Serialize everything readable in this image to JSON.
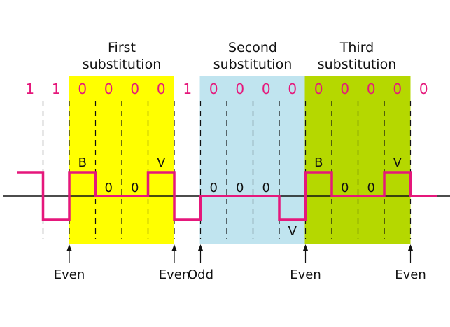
{
  "colors": {
    "bit_text": "#e5177b",
    "signal": "#e5177b",
    "axis": "#111111",
    "first_region": "#ffff00",
    "second_region": "#c0e4ef",
    "third_region": "#b5d800"
  },
  "substitutions": [
    {
      "title_line1": "First",
      "title_line2": "substitution"
    },
    {
      "title_line1": "Second",
      "title_line2": "substitution"
    },
    {
      "title_line1": "Third",
      "title_line2": "substitution"
    }
  ],
  "bits": [
    "1",
    "1",
    "0",
    "0",
    "0",
    "0",
    "1",
    "0",
    "0",
    "0",
    "0",
    "0",
    "0",
    "0",
    "0",
    "0"
  ],
  "signal_levels": [
    1,
    -1,
    1,
    0,
    0,
    1,
    -1,
    0,
    0,
    0,
    -1,
    1,
    0,
    0,
    1,
    0
  ],
  "pulse_labels": [
    "",
    "",
    "B",
    "0",
    "0",
    "V",
    "",
    "0",
    "0",
    "0",
    "V",
    "B",
    "0",
    "0",
    "V",
    ""
  ],
  "parity_markers": [
    {
      "label": "Even"
    },
    {
      "label": "Even"
    },
    {
      "label": "Odd"
    },
    {
      "label": "Even"
    },
    {
      "label": "Even"
    }
  ]
}
